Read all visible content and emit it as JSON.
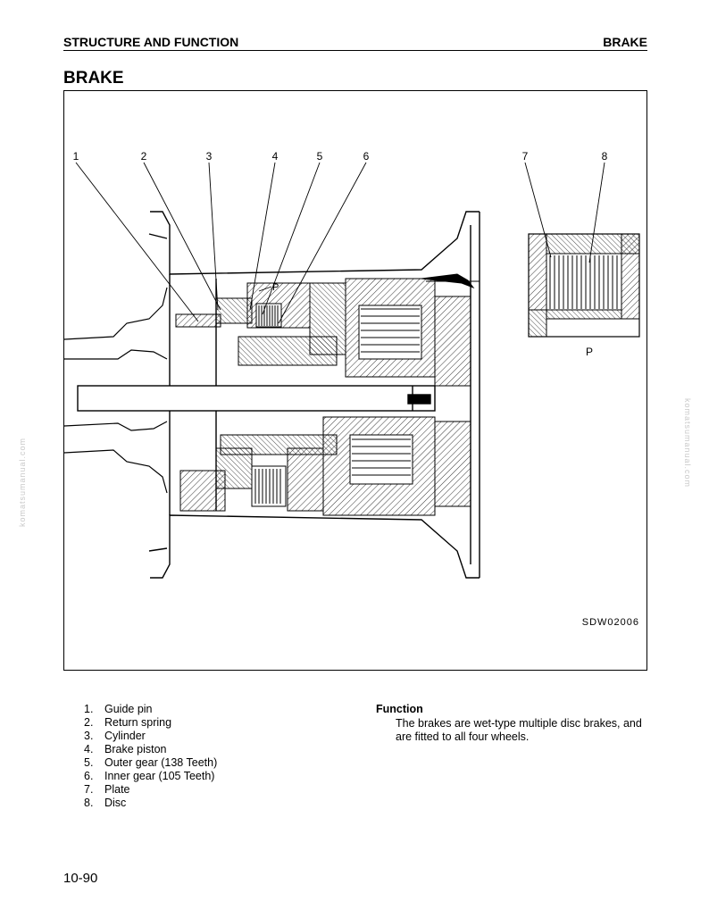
{
  "header": {
    "section": "STRUCTURE AND FUNCTION",
    "topic": "BRAKE"
  },
  "title": "BRAKE",
  "figure": {
    "callouts": [
      "1",
      "2",
      "3",
      "4",
      "5",
      "6",
      "7",
      "8"
    ],
    "detail_label": "P",
    "code": "SDW02006"
  },
  "watermark": "komatsumanual.com",
  "parts": [
    {
      "num": "1.",
      "label": "Guide pin"
    },
    {
      "num": "2.",
      "label": "Return spring"
    },
    {
      "num": "3.",
      "label": "Cylinder"
    },
    {
      "num": "4.",
      "label": "Brake piston"
    },
    {
      "num": "5.",
      "label": "Outer gear (138 Teeth)"
    },
    {
      "num": "6.",
      "label": "Inner gear (105 Teeth)"
    },
    {
      "num": "7.",
      "label": "Plate"
    },
    {
      "num": "8.",
      "label": "Disc"
    }
  ],
  "function": {
    "heading": "Function",
    "text": "The brakes are wet-type multiple disc brakes, and are fitted to all four wheels."
  },
  "page_number": "10-90"
}
